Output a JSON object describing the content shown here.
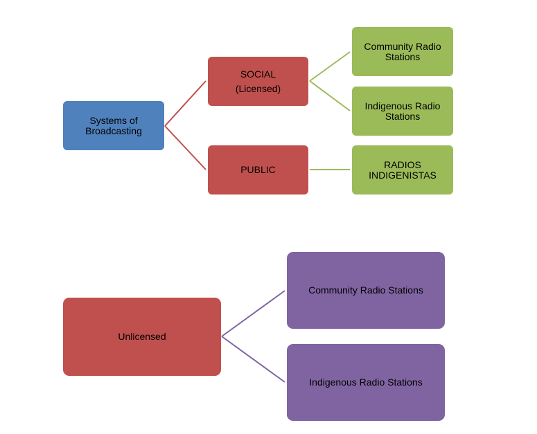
{
  "diagram": {
    "root": "Systems of Broadcasting",
    "social": {
      "title": "SOCIAL",
      "subtitle": "(Licensed)"
    },
    "public": "PUBLIC",
    "social_children": [
      "Community Radio Stations",
      "Indigenous Radio Stations"
    ],
    "public_children": [
      "RADIOS INDIGENISTAS"
    ],
    "unlicensed": "Unlicensed",
    "unlicensed_children": [
      "Community Radio Stations",
      "Indigenous Radio Stations"
    ]
  },
  "colors": {
    "root": "#4f81bd",
    "licensed_branch": "#c0504d",
    "licensed_leaf": "#9bbb59",
    "unlicensed_leaf": "#8064a2",
    "connector_red": "#c0504d",
    "connector_green": "#9bbb59",
    "connector_purple": "#8064a2"
  }
}
